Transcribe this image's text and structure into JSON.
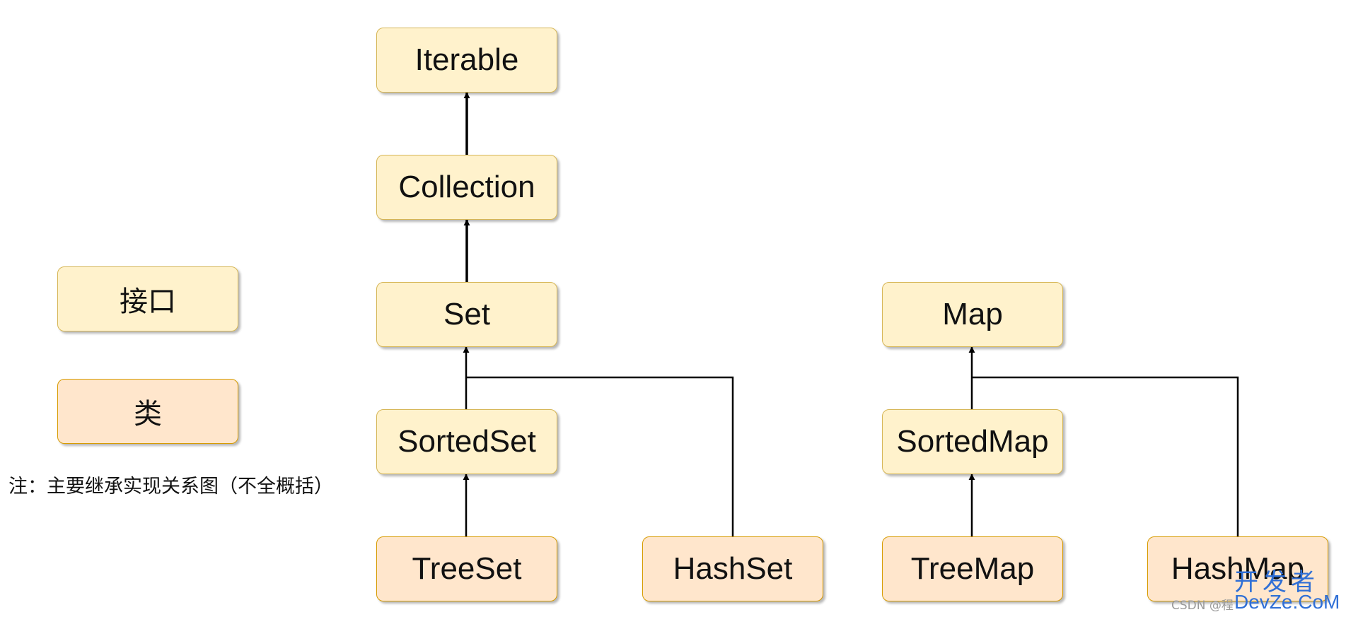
{
  "nodes": {
    "iterable": "Iterable",
    "collection": "Collection",
    "set": "Set",
    "sortedset": "SortedSet",
    "treeset": "TreeSet",
    "hashset": "HashSet",
    "map": "Map",
    "sortedmap": "SortedMap",
    "treemap": "TreeMap",
    "hashmap": "HashMap"
  },
  "legend": {
    "interface_label": "接口",
    "class_label": "类",
    "note": "注：主要继承实现关系图（不全概括）"
  },
  "colors": {
    "interface_fill": "#fff2cc",
    "interface_border": "#d6b656",
    "class_fill": "#ffe6cc",
    "class_border": "#d79b00",
    "edge": "#000000"
  },
  "watermark": {
    "site_cn": "开发者",
    "site_domain": "DevZe.CoM",
    "csdn": "CSDN @程"
  }
}
